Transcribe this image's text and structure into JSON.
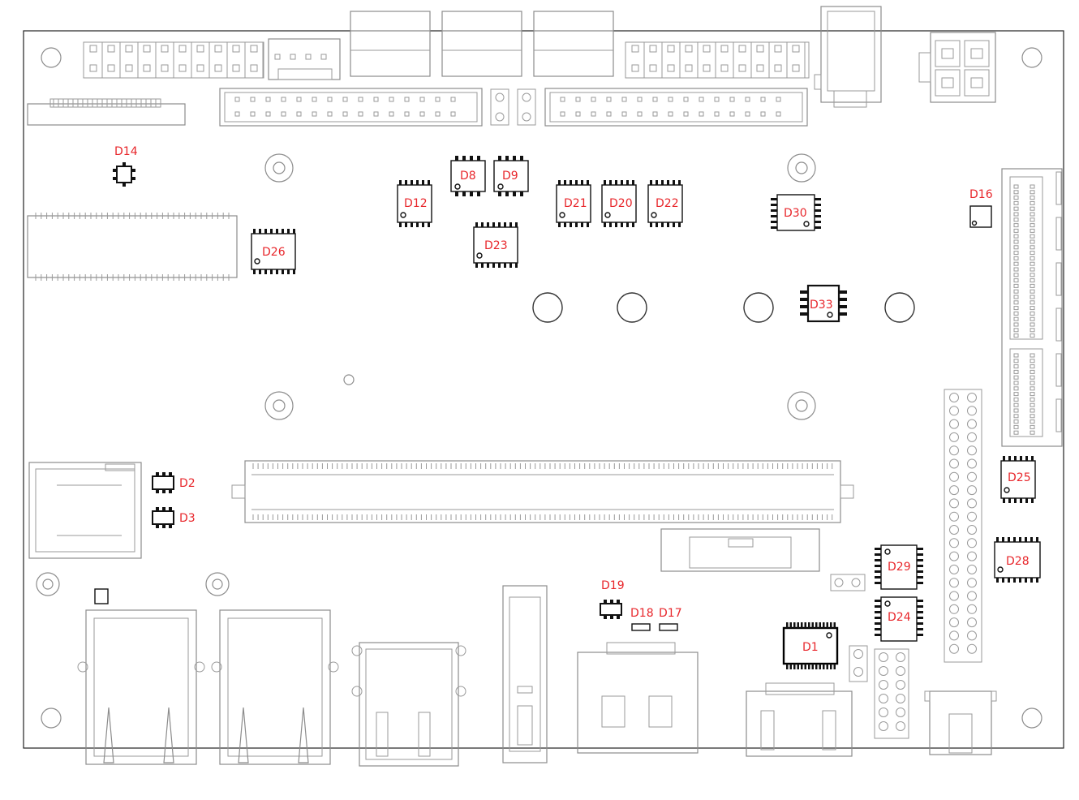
{
  "labels": {
    "D1": "D1",
    "D2": "D2",
    "D3": "D3",
    "D8": "D8",
    "D9": "D9",
    "D12": "D12",
    "D14": "D14",
    "D16": "D16",
    "D17": "D17",
    "D18": "D18",
    "D19": "D19",
    "D20": "D20",
    "D21": "D21",
    "D22": "D22",
    "D23": "D23",
    "D24": "D24",
    "D25": "D25",
    "D26": "D26",
    "D28": "D28",
    "D29": "D29",
    "D30": "D30",
    "D33": "D33"
  },
  "colors": {
    "label": "#e8262b",
    "outline": "#8c8c8c",
    "component": "#111111"
  }
}
